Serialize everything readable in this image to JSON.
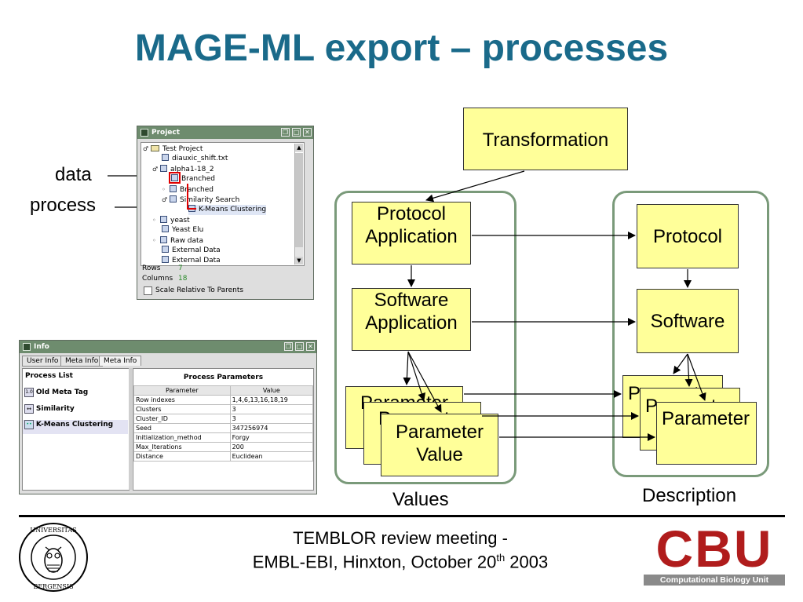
{
  "title": "MAGE-ML export – processes",
  "labels": {
    "data": "data",
    "process": "process",
    "values": "Values",
    "description": "Description"
  },
  "project_window": {
    "title": "Project",
    "tree": [
      {
        "label": "Test Project",
        "icon": "folder-icon"
      },
      {
        "label": "diauxic_shift.txt",
        "icon": "data-icon"
      },
      {
        "label": "alpha1-18_2",
        "icon": "data-icon"
      },
      {
        "label": "Branched",
        "icon": "data-icon"
      },
      {
        "label": "Branched",
        "icon": "data-icon"
      },
      {
        "label": "Similarity Search",
        "icon": "data-icon"
      },
      {
        "label": "K-Means Clustering",
        "icon": "data-icon"
      },
      {
        "label": "yeast",
        "icon": "data-icon"
      },
      {
        "label": "Yeast Elu",
        "icon": "data-icon"
      },
      {
        "label": "Raw data",
        "icon": "data-icon"
      },
      {
        "label": "External Data",
        "icon": "data-icon"
      },
      {
        "label": "External Data",
        "icon": "data-icon"
      }
    ],
    "rows_label": "Rows",
    "rows_value": "7",
    "columns_label": "Columns",
    "columns_value": "18",
    "scale_checkbox": "Scale Relative To Parents"
  },
  "info_window": {
    "title": "Info",
    "tabs": [
      "User Info",
      "Meta Info",
      "Meta Info"
    ],
    "process_list_header": "Process List",
    "processes": [
      {
        "icon_text": "1.0",
        "label": "Old Meta Tag"
      },
      {
        "icon_text": "↔",
        "label": "Similarity"
      },
      {
        "icon_text": "••",
        "label": "K-Means Clustering"
      }
    ],
    "params_header": "Process Parameters",
    "param_col": "Parameter",
    "value_col": "Value",
    "params": [
      {
        "name": "Row indexes",
        "value": "1,4,6,13,16,18,19"
      },
      {
        "name": "Clusters",
        "value": "3"
      },
      {
        "name": "Cluster_ID",
        "value": "3"
      },
      {
        "name": "Seed",
        "value": "347256974"
      },
      {
        "name": "Initialization_method",
        "value": "Forgy"
      },
      {
        "name": "Max_Iterations",
        "value": "200"
      },
      {
        "name": "Distance",
        "value": "Euclidean"
      }
    ]
  },
  "diagram": {
    "transformation": "Transformation",
    "protocol_application": "Protocol Application",
    "software_application": "Software Application",
    "parameter_value": "Parameter Value",
    "parameter_value_back1": "Parameter Value",
    "parameter_value_back2": "Parameter Value",
    "protocol": "Protocol",
    "software": "Software",
    "parameter": "Parameter",
    "parameter_back1": "Parameter",
    "parameter_back2": "Parameter"
  },
  "footer": {
    "line1": "TEMBLOR review meeting -",
    "line2_prefix": "EMBL-EBI, Hinxton, October 20",
    "line2_sup": "th",
    "line2_suffix": " 2003"
  },
  "logos": {
    "left_text_top": "UNIVERSITAS",
    "left_text_bottom": "BERGENSIS",
    "right_big": "CBU",
    "right_small": "Computational Biology Unit",
    "cbu_color": "#b01c1c"
  }
}
